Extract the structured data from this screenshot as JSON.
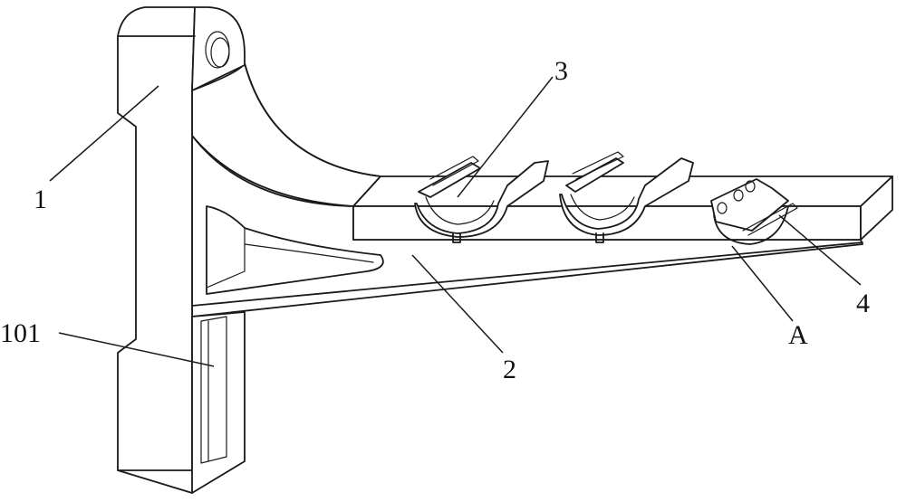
{
  "labels": {
    "bracket": "1",
    "slot": "101",
    "arm": "2",
    "clamp": "3",
    "end_clamp": "4",
    "detail": "A"
  }
}
